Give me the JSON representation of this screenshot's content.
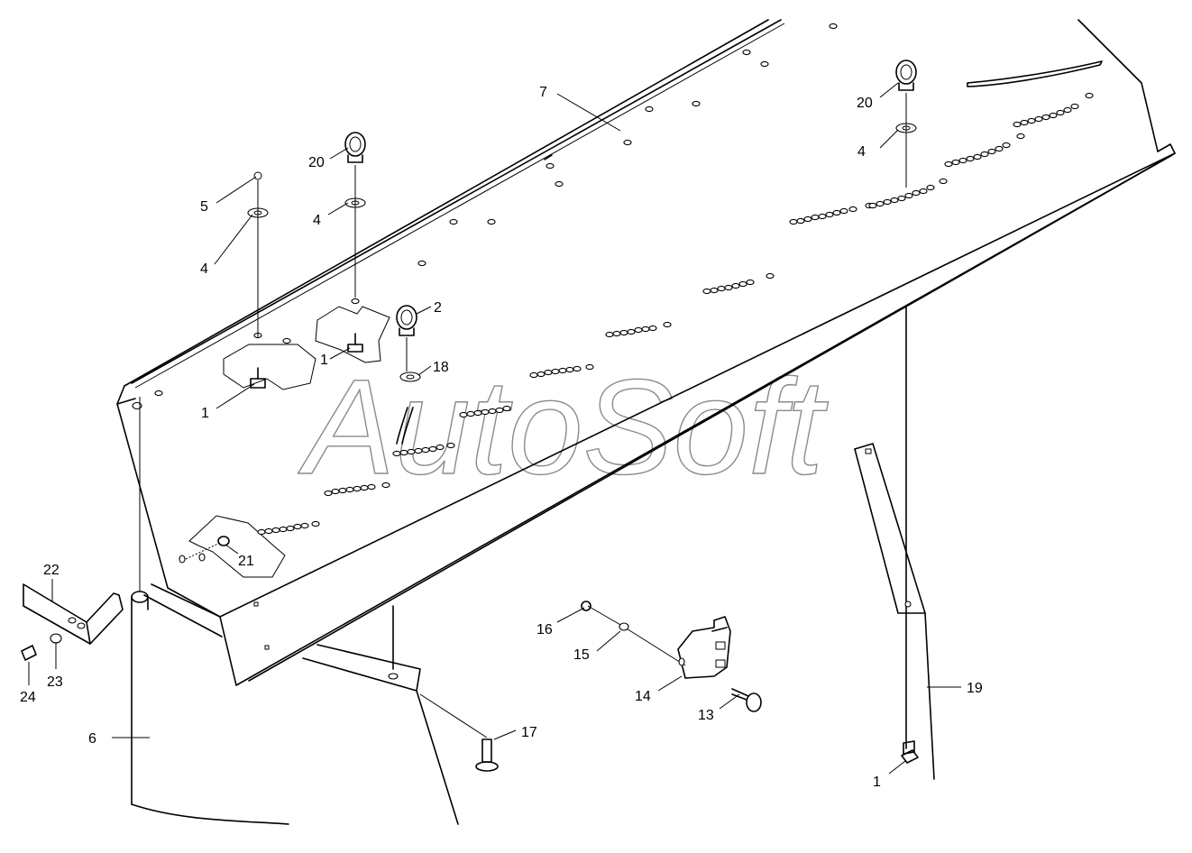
{
  "watermark": "AutoSoft",
  "callouts": [
    {
      "id": "c7",
      "label": "7"
    },
    {
      "id": "c20a",
      "label": "20"
    },
    {
      "id": "c20b",
      "label": "20"
    },
    {
      "id": "c5",
      "label": "5"
    },
    {
      "id": "c4a",
      "label": "4"
    },
    {
      "id": "c4b",
      "label": "4"
    },
    {
      "id": "c4c",
      "label": "4"
    },
    {
      "id": "c2",
      "label": "2"
    },
    {
      "id": "c18",
      "label": "18"
    },
    {
      "id": "c1a",
      "label": "1"
    },
    {
      "id": "c1b",
      "label": "1"
    },
    {
      "id": "c1c",
      "label": "1"
    },
    {
      "id": "c21",
      "label": "21"
    },
    {
      "id": "c22",
      "label": "22"
    },
    {
      "id": "c23",
      "label": "23"
    },
    {
      "id": "c24",
      "label": "24"
    },
    {
      "id": "c6",
      "label": "6"
    },
    {
      "id": "c16",
      "label": "16"
    },
    {
      "id": "c15",
      "label": "15"
    },
    {
      "id": "c14",
      "label": "14"
    },
    {
      "id": "c13",
      "label": "13"
    },
    {
      "id": "c17",
      "label": "17"
    },
    {
      "id": "c19",
      "label": "19"
    }
  ]
}
